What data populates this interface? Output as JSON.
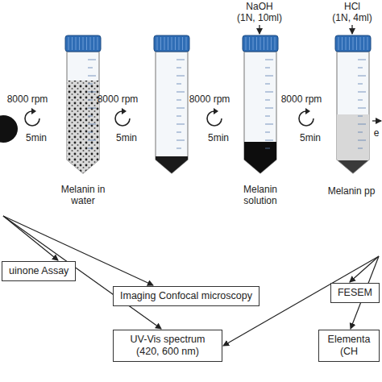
{
  "diagram": {
    "nodes": [
      {
        "text": [
          "uinone Assay"
        ]
      },
      {
        "text": [
          "Imaging Confocal microscopy"
        ]
      },
      {
        "text": [
          "UV-Vis spectrum (420, 600 nm)"
        ]
      },
      {
        "text": [
          "FESEM"
        ]
      },
      {
        "text": [
          "Elementa (CH"
        ]
      }
    ],
    "labels": [
      "NaOH",
      "(1N, 10ml)",
      "HCl",
      "(1N, 4ml)",
      "8000 rpm",
      "5min",
      "8000 rpm",
      "5min",
      "8000 rpm",
      "5min",
      "8000 rpm",
      "5min",
      "Melanin in water",
      "Melanin solution",
      "Melanin pp",
      "e"
    ]
  }
}
